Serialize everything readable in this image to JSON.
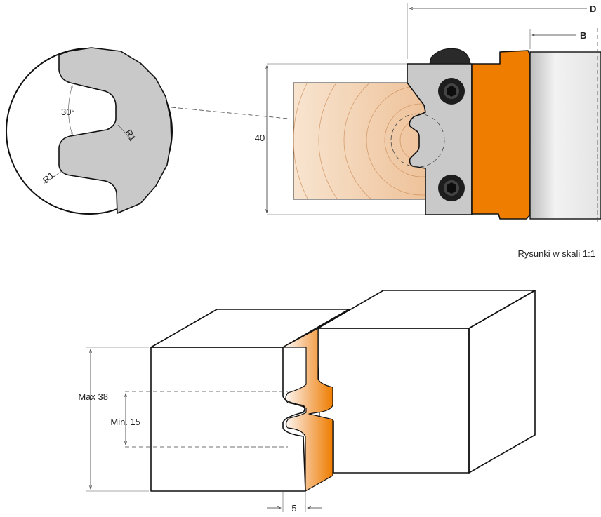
{
  "detail": {
    "angle": "30°",
    "radius_top": "R1",
    "radius_bottom": "R1"
  },
  "tool": {
    "height": "40",
    "dim_d": "D",
    "dim_b": "B"
  },
  "scale_note": "Rysunki w skali 1:1",
  "joint": {
    "max_thickness": "Max 38",
    "min_thickness": "Min. 15",
    "depth": "5"
  },
  "colors": {
    "steel": "#c9c9c9",
    "orange": "#ef7d00",
    "wood_light": "#f6dcc2",
    "wood_dark": "#e9b889",
    "bearing": "#e6e6e6"
  }
}
